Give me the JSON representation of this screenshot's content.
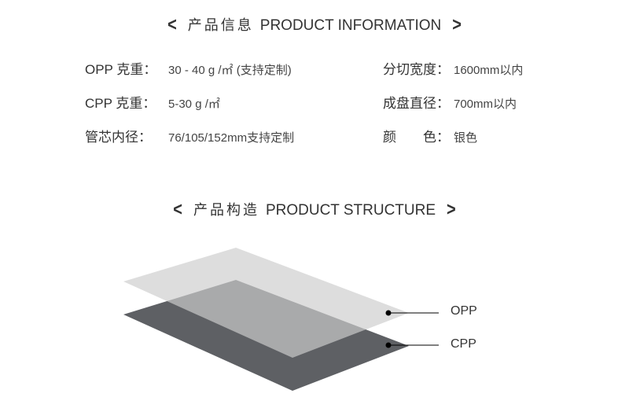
{
  "info_section": {
    "title_cn": "产品信息",
    "title_en": "PRODUCT INFORMATION"
  },
  "specs_left": [
    {
      "label": "OPP 克重：",
      "value": "30 - 40 g /㎡ (支持定制)"
    },
    {
      "label": "CPP 克重：",
      "value": "5-30 g /㎡"
    },
    {
      "label": "管芯内径：",
      "value": "76/105/152mm支持定制"
    }
  ],
  "specs_right": [
    {
      "label": "分切宽度：",
      "value": "1600mm以内"
    },
    {
      "label": "成盘直径：",
      "value": "700mm以内"
    },
    {
      "label": "颜　　色：",
      "value": "银色"
    }
  ],
  "structure_section": {
    "title_cn": "产品构造",
    "title_en": "PRODUCT STRUCTURE"
  },
  "layers": [
    {
      "label": "OPP",
      "color": "#dddddd"
    },
    {
      "label": "CPP",
      "color": "#5e6064"
    }
  ]
}
